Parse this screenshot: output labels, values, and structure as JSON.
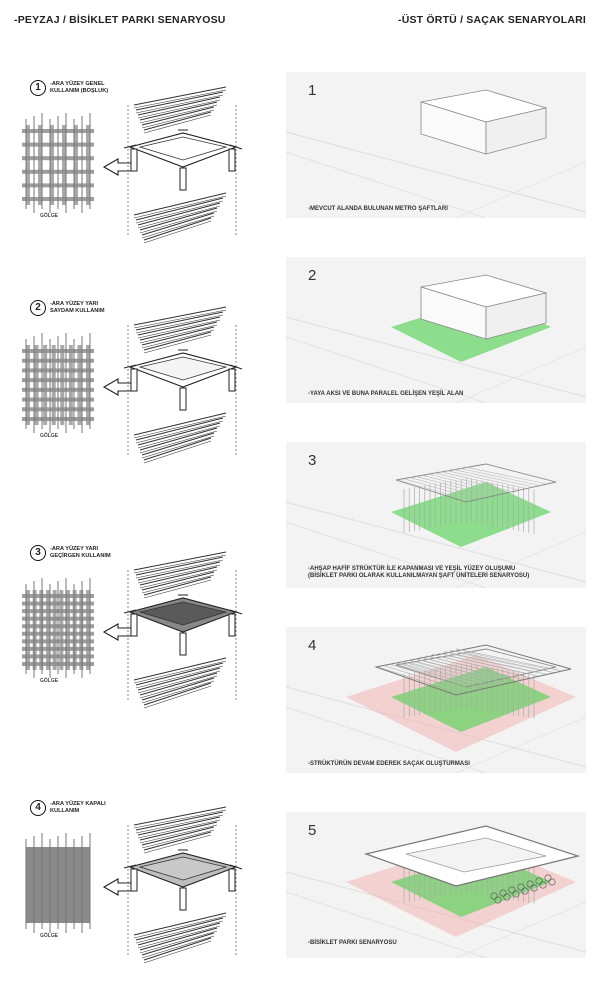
{
  "headers": {
    "left": "-PEYZAJ / BİSİKLET PARKI SENARYOSU",
    "right": "-ÜST ÖRTÜ / SAÇAK SENARYOLARI"
  },
  "landscape": [
    {
      "num": "1",
      "label": "-ARA YÜZEY GENEL\nKULLANIM (BOŞLUK)",
      "shadow": "GÖLGE"
    },
    {
      "num": "2",
      "label": "-ARA YÜZEY YARI\nSAYDAM KULLANIM",
      "shadow": "GÖLGE"
    },
    {
      "num": "3",
      "label": "-ARA YÜZEY YARI\nGEÇİRGEN KULLANIM",
      "shadow": "GÖLGE"
    },
    {
      "num": "4",
      "label": "-ARA YÜZEY KAPALI\nKULLANIM",
      "shadow": "GÖLGE"
    }
  ],
  "canopy": [
    {
      "num": "1",
      "caption": "-MEVCUT ALANDA BULUNAN METRO ŞAFTLARI"
    },
    {
      "num": "2",
      "caption": "-YAYA AKSI VE BUNA PARALEL GELİŞEN YEŞİL ALAN"
    },
    {
      "num": "3",
      "caption": "-AHŞAP HAFİF STRÜKTÜR İLE KAPANMASI VE YEŞİL YÜZEY OLUŞUMU\n(BİSİKLET PARKI OLARAK KULLANILMAYAN ŞAFT ÜNİTELERİ SENARYOSU)"
    },
    {
      "num": "4",
      "caption": "-STRÜKTÜRÜN  DEVAM EDEREK SAÇAK OLUŞTURMASI"
    },
    {
      "num": "5",
      "caption": "-BİSİKLET PARKI SENARYOSU"
    }
  ],
  "colors": {
    "green": "#5fd35f",
    "red": "#f3b4b4",
    "panel": "#f3f3f3",
    "line": "#333333"
  }
}
